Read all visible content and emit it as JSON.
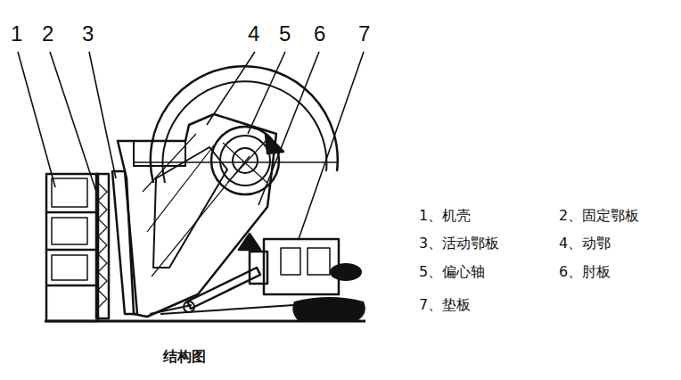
{
  "diagram": {
    "caption": "结构图",
    "labels": [
      "1",
      "2",
      "3",
      "4",
      "5",
      "6",
      "7",
      "1、机壳",
      "2、固定鄂板",
      "3、活动鄂板",
      "4、动鄂",
      "5、偏心轴",
      "6、肘板",
      "7、垫板"
    ]
  }
}
